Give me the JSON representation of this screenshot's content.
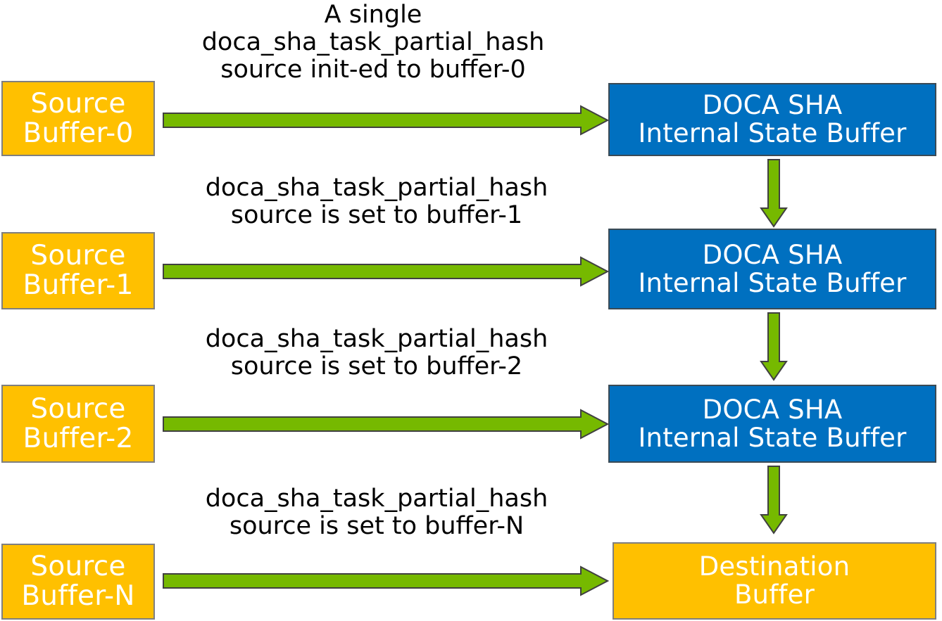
{
  "diagram": {
    "title": "DOCA SHA partial hash chained buffers flow",
    "colors": {
      "source_box_fill": "#FFC000",
      "source_box_border": "#7F7F7F",
      "state_box_fill": "#0070C0",
      "state_box_border": "#3A4A55",
      "destination_box_fill": "#FFC000",
      "arrow_fill": "#76B900",
      "arrow_border": "#404040",
      "text_on_box": "#FFFFFF",
      "caption_text": "#000000",
      "background": "#FFFFFF"
    },
    "rows": [
      {
        "id": "row-0",
        "caption": {
          "name": "caption-row-0",
          "lines": [
            "A single",
            "doca_sha_task_partial_hash",
            "source init-ed to buffer-0"
          ]
        },
        "source": {
          "name": "source-buffer-0",
          "lines": [
            "Source",
            "Buffer-0"
          ]
        },
        "target": {
          "name": "sha-internal-state-buffer-0",
          "kind": "state",
          "lines": [
            "DOCA SHA",
            "Internal State Buffer"
          ]
        },
        "horizontal_arrow": {
          "name": "flow-arrow-row-0",
          "direction": "right"
        },
        "vertical_arrow": {
          "name": "state-chain-arrow-0",
          "direction": "down"
        }
      },
      {
        "id": "row-1",
        "caption": {
          "name": "caption-row-1",
          "lines": [
            "doca_sha_task_partial_hash",
            "source is set to buffer-1"
          ]
        },
        "source": {
          "name": "source-buffer-1",
          "lines": [
            "Source",
            "Buffer-1"
          ]
        },
        "target": {
          "name": "sha-internal-state-buffer-1",
          "kind": "state",
          "lines": [
            "DOCA SHA",
            "Internal State Buffer"
          ]
        },
        "horizontal_arrow": {
          "name": "flow-arrow-row-1",
          "direction": "right"
        },
        "vertical_arrow": {
          "name": "state-chain-arrow-1",
          "direction": "down"
        }
      },
      {
        "id": "row-2",
        "caption": {
          "name": "caption-row-2",
          "lines": [
            "doca_sha_task_partial_hash",
            "source is set to buffer-2"
          ]
        },
        "source": {
          "name": "source-buffer-2",
          "lines": [
            "Source",
            "Buffer-2"
          ]
        },
        "target": {
          "name": "sha-internal-state-buffer-2",
          "kind": "state",
          "lines": [
            "DOCA SHA",
            "Internal State Buffer"
          ]
        },
        "horizontal_arrow": {
          "name": "flow-arrow-row-2",
          "direction": "right"
        },
        "vertical_arrow": {
          "name": "state-chain-arrow-2",
          "direction": "down"
        }
      },
      {
        "id": "row-3",
        "caption": {
          "name": "caption-row-3",
          "lines": [
            "doca_sha_task_partial_hash",
            "source is set to buffer-N"
          ]
        },
        "source": {
          "name": "source-buffer-n",
          "lines": [
            "Source",
            "Buffer-N"
          ]
        },
        "target": {
          "name": "destination-buffer",
          "kind": "destination",
          "lines": [
            "Destination",
            "Buffer"
          ]
        },
        "horizontal_arrow": {
          "name": "flow-arrow-row-3",
          "direction": "right"
        },
        "vertical_arrow": null
      }
    ]
  }
}
